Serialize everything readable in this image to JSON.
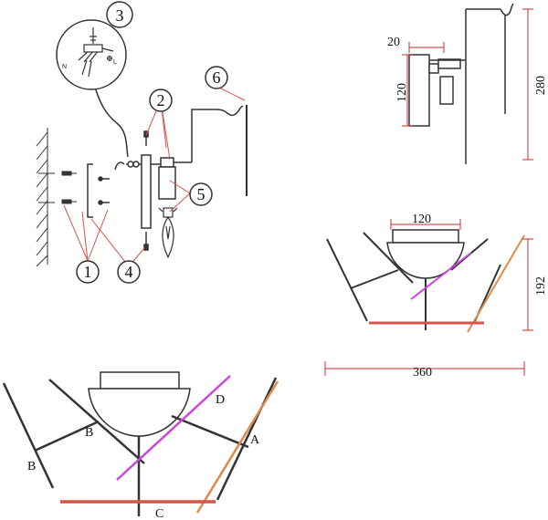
{
  "callouts": {
    "n1": "1",
    "n2": "2",
    "n3": "3",
    "n4": "4",
    "n5": "5",
    "n6": "6"
  },
  "wiring_labels": {
    "neutral": "N",
    "live": "L"
  },
  "dimensions": {
    "side_depth": "20",
    "side_backplate": "120",
    "side_height": "280",
    "front_canopy": "120",
    "front_height": "192",
    "front_width": "360"
  },
  "parts": {
    "a": "A",
    "b_left": "B",
    "b_inner": "B",
    "c": "C",
    "d": "D"
  },
  "colors": {
    "line": "#333333",
    "dimension_red": "#cc2a2a",
    "rod_pink": "#cc44dd",
    "rod_orange": "#e0894a",
    "rod_red": "#d9534a"
  }
}
